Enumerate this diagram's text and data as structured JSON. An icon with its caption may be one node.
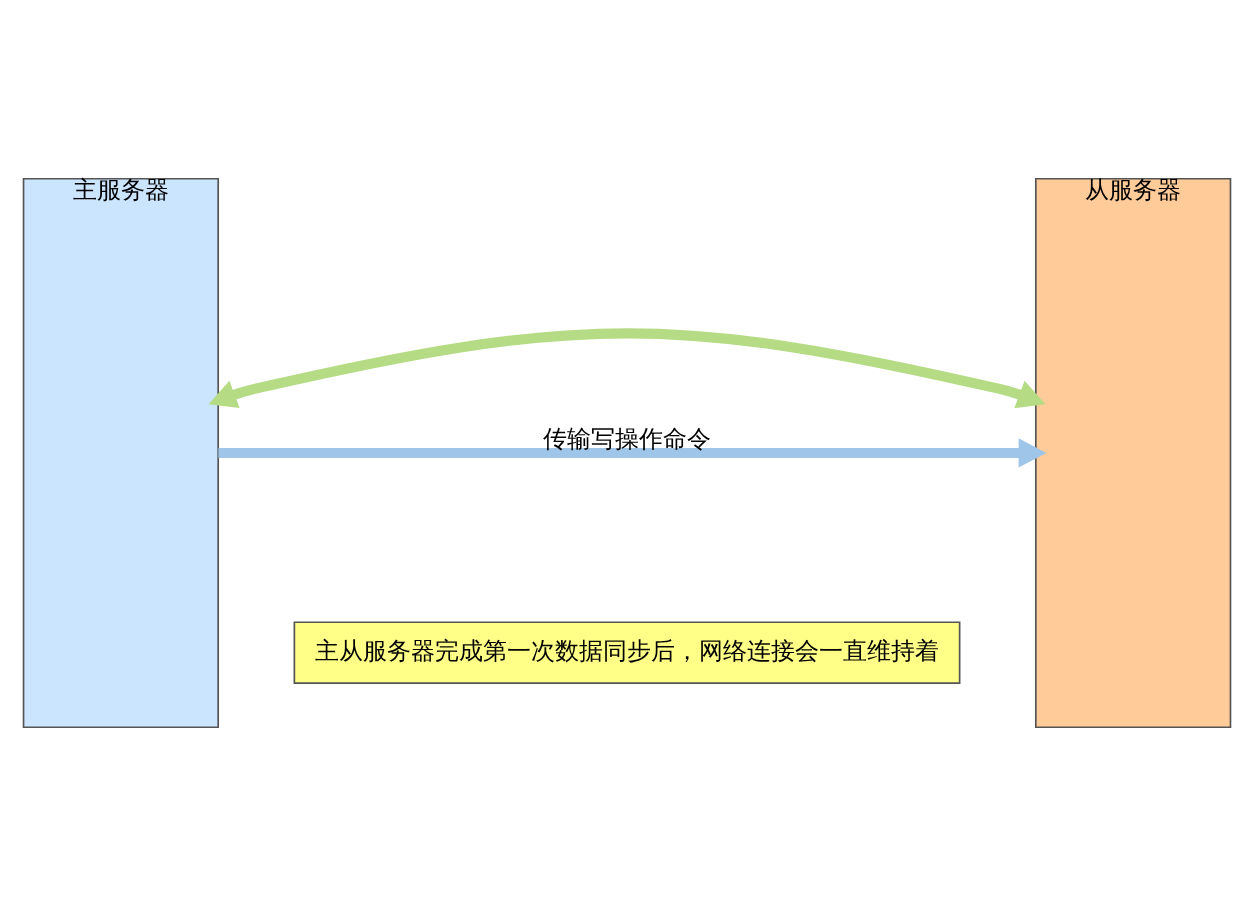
{
  "diagram": {
    "nodes": [
      {
        "text": [
          "主服务器"
        ]
      },
      {
        "text": [
          "从服务器"
        ]
      },
      {
        "text": [
          "主从服务器完成第一次数据同步后，网络连接会一直维持着"
        ]
      }
    ],
    "edges": [
      {
        "from": 0,
        "to": 1,
        "arrow": "both",
        "color": "#b5dc85"
      },
      {
        "from": 0,
        "to": 1,
        "arrow": "to",
        "label": "传输写操作命令",
        "color": "#9fc5e8"
      }
    ]
  }
}
